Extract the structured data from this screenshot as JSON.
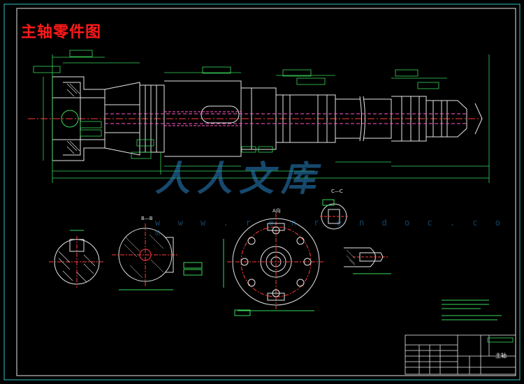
{
  "title": "主轴零件图",
  "watermark": {
    "brand": "人人文库",
    "url": "w w w . r e n r e n d o c . c o m"
  },
  "sections": {
    "bb": "B—B",
    "cc": "C—C",
    "aa": "A向"
  },
  "title_block": {
    "part_name": "主轴"
  },
  "colors": {
    "line": "#e6e6e6",
    "dim": "#39d95a",
    "center": "#ff3b3b",
    "frame": "#2ec5c5",
    "hidden": "#ff5ac8",
    "title": "#ff1a1a",
    "watermark": "#2b86c8"
  }
}
